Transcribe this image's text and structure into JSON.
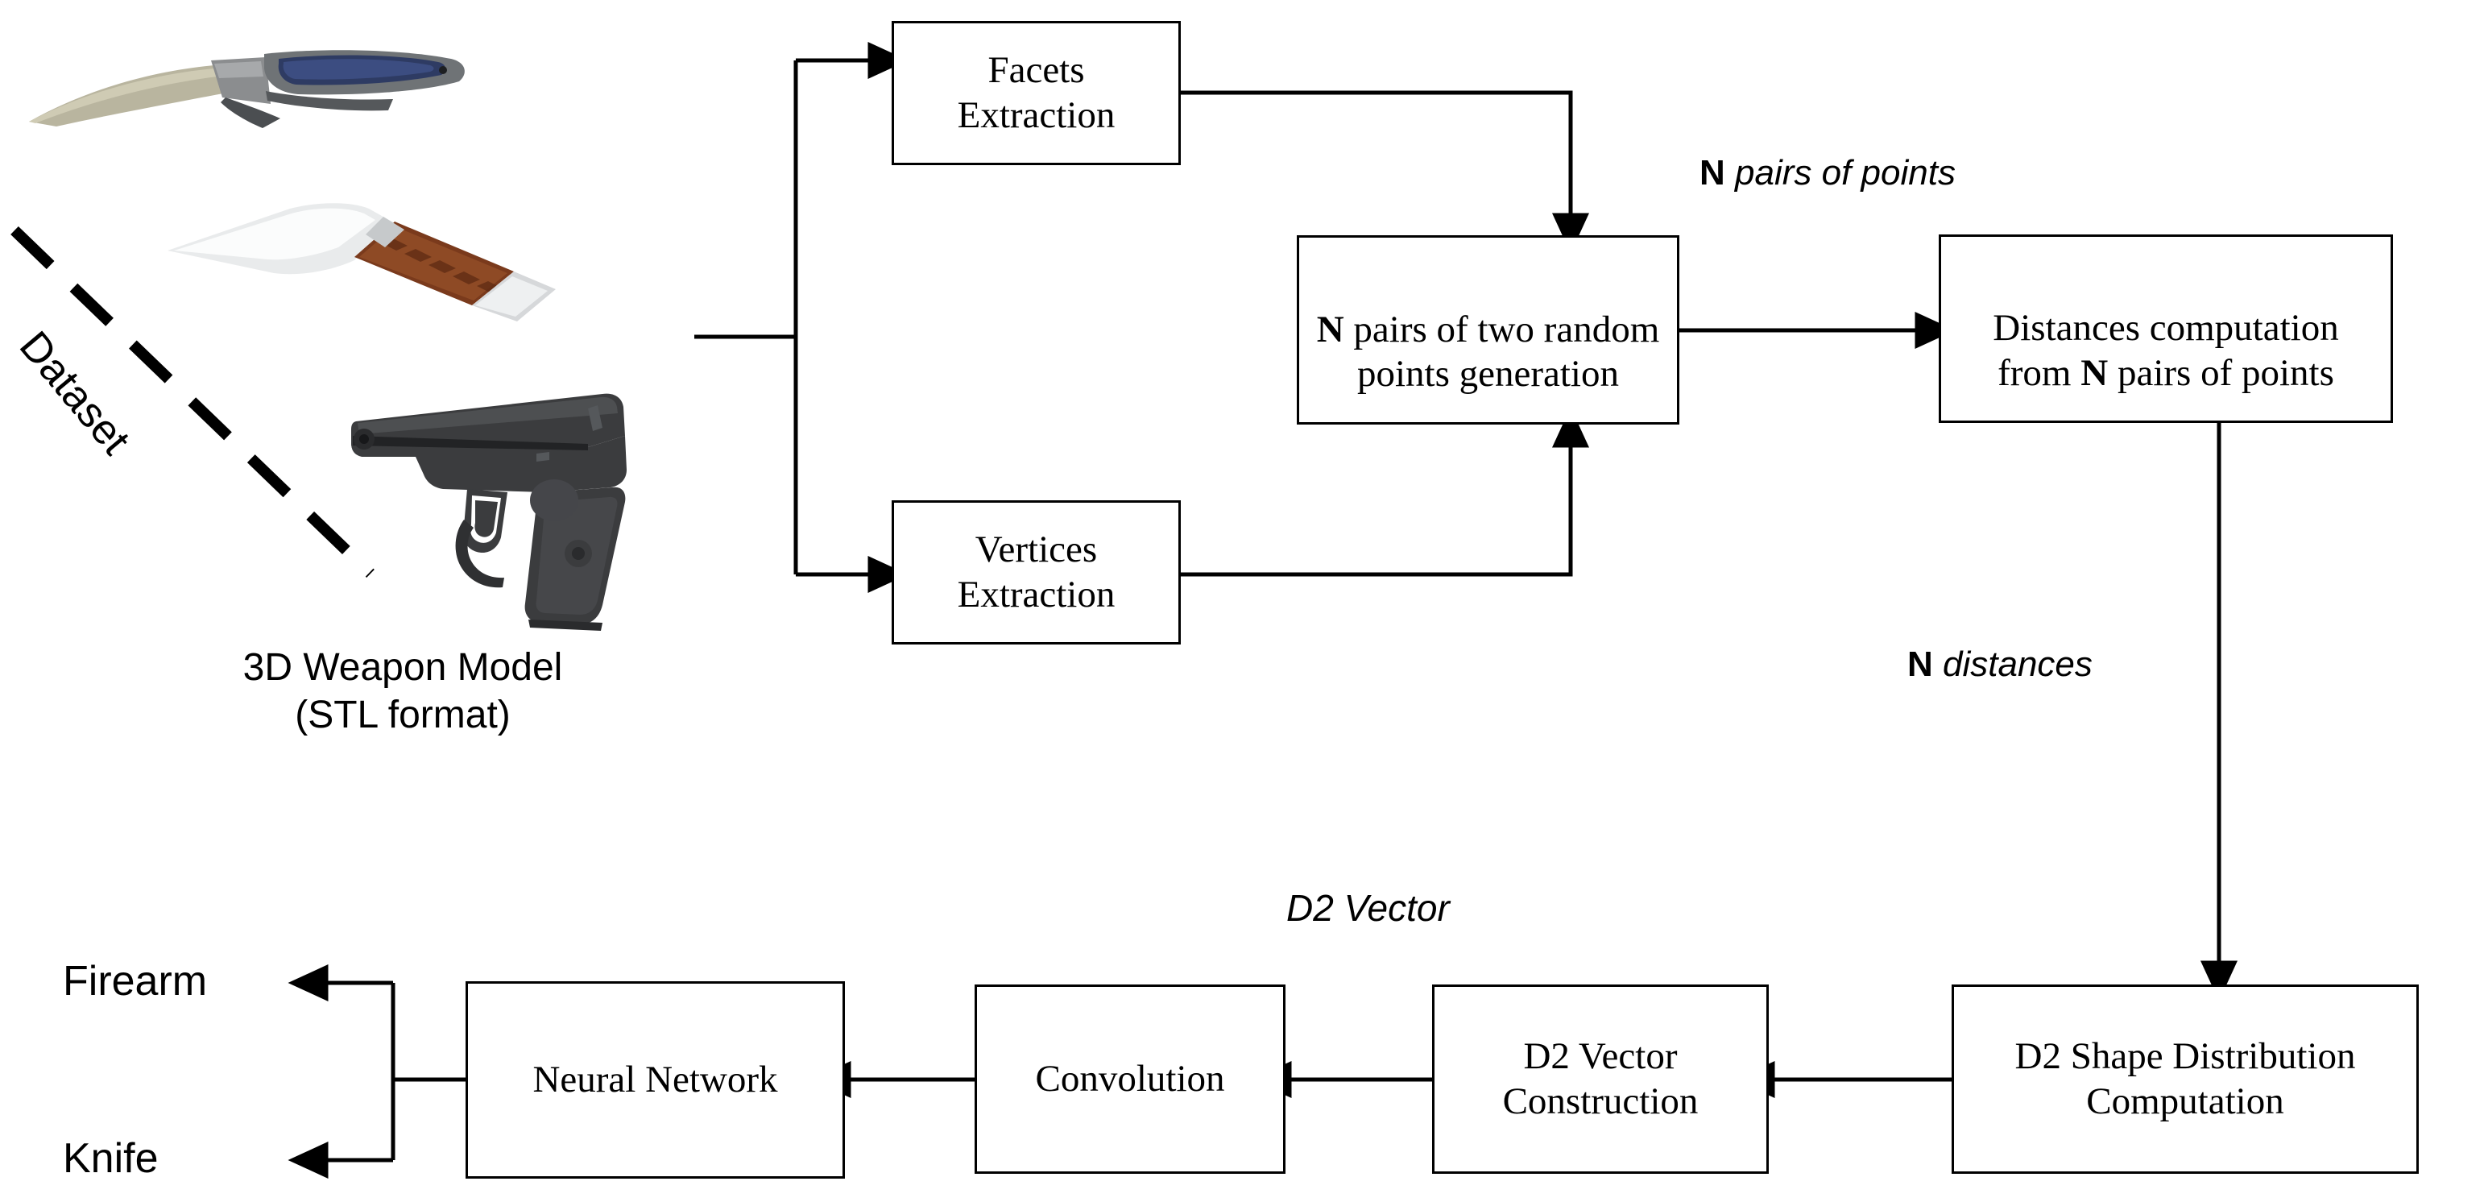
{
  "diagram": {
    "title_text": "",
    "dataset": {
      "label": "Dataset",
      "caption": "3D Weapon Model\n(STL format)",
      "items": [
        {
          "name": "curved-knife",
          "kind": "knife"
        },
        {
          "name": "bowie-knife",
          "kind": "knife"
        },
        {
          "name": "makarov-pistol",
          "kind": "firearm"
        }
      ]
    },
    "nodes": {
      "facets_extraction": "Facets\nExtraction",
      "vertices_extraction": "Vertices\nExtraction",
      "pairs_generation_pre": "N",
      "pairs_generation_post": " pairs of two random\npoints generation",
      "distances_pre": "Distances computation\nfrom ",
      "distances_bold": "N",
      "distances_post": " pairs of points",
      "d2_shape_distribution": "D2 Shape Distribution\nComputation",
      "d2_vector_construction": "D2 Vector\nConstruction",
      "convolution": "Convolution",
      "neural_network": "Neural Network"
    },
    "edge_labels": {
      "n_pairs_of_points_bold": "N",
      "n_pairs_of_points_italic": "pairs of points",
      "n_distances_bold": "N",
      "n_distances_italic": "distances",
      "d2_vector": "D2 Vector"
    },
    "outputs": {
      "firearm": "Firearm",
      "knife": "Knife"
    },
    "colors": {
      "stroke": "#000000",
      "background": "#ffffff",
      "gun_body": "#3b3c3e",
      "gun_dark": "#2a2b2d",
      "knife_blade": "#b9b59f",
      "knife_handle": "#2e3b63",
      "knife_guard": "#8b8d8f",
      "bowie_blade": "#e3e5e6",
      "bowie_handle": "#7a3a1c"
    }
  }
}
